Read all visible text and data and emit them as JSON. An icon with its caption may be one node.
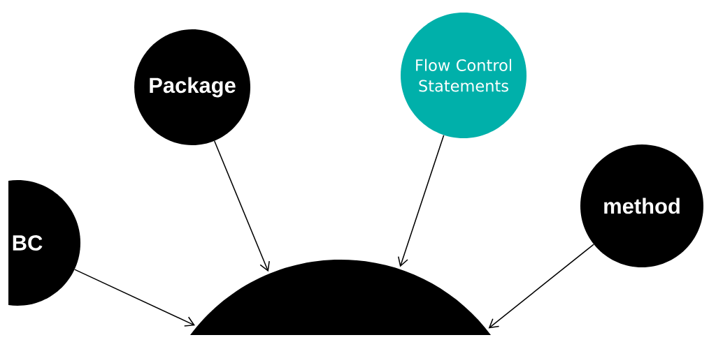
{
  "diagram": {
    "nodes": [
      {
        "text": [
          "Package"
        ]
      },
      {
        "text": [
          "Flow Control Statements"
        ]
      },
      {
        "text": [
          "BC"
        ]
      },
      {
        "text": [
          "method"
        ]
      },
      {
        "text": [],
        "shape": "circle"
      }
    ],
    "edges": [
      {
        "from": 0,
        "to": 4,
        "arrow": "to"
      },
      {
        "from": 1,
        "to": 4,
        "arrow": "to"
      },
      {
        "from": 3,
        "to": 4,
        "arrow": "to"
      },
      {
        "from": 2,
        "to": 4,
        "arrow": "to"
      }
    ]
  }
}
